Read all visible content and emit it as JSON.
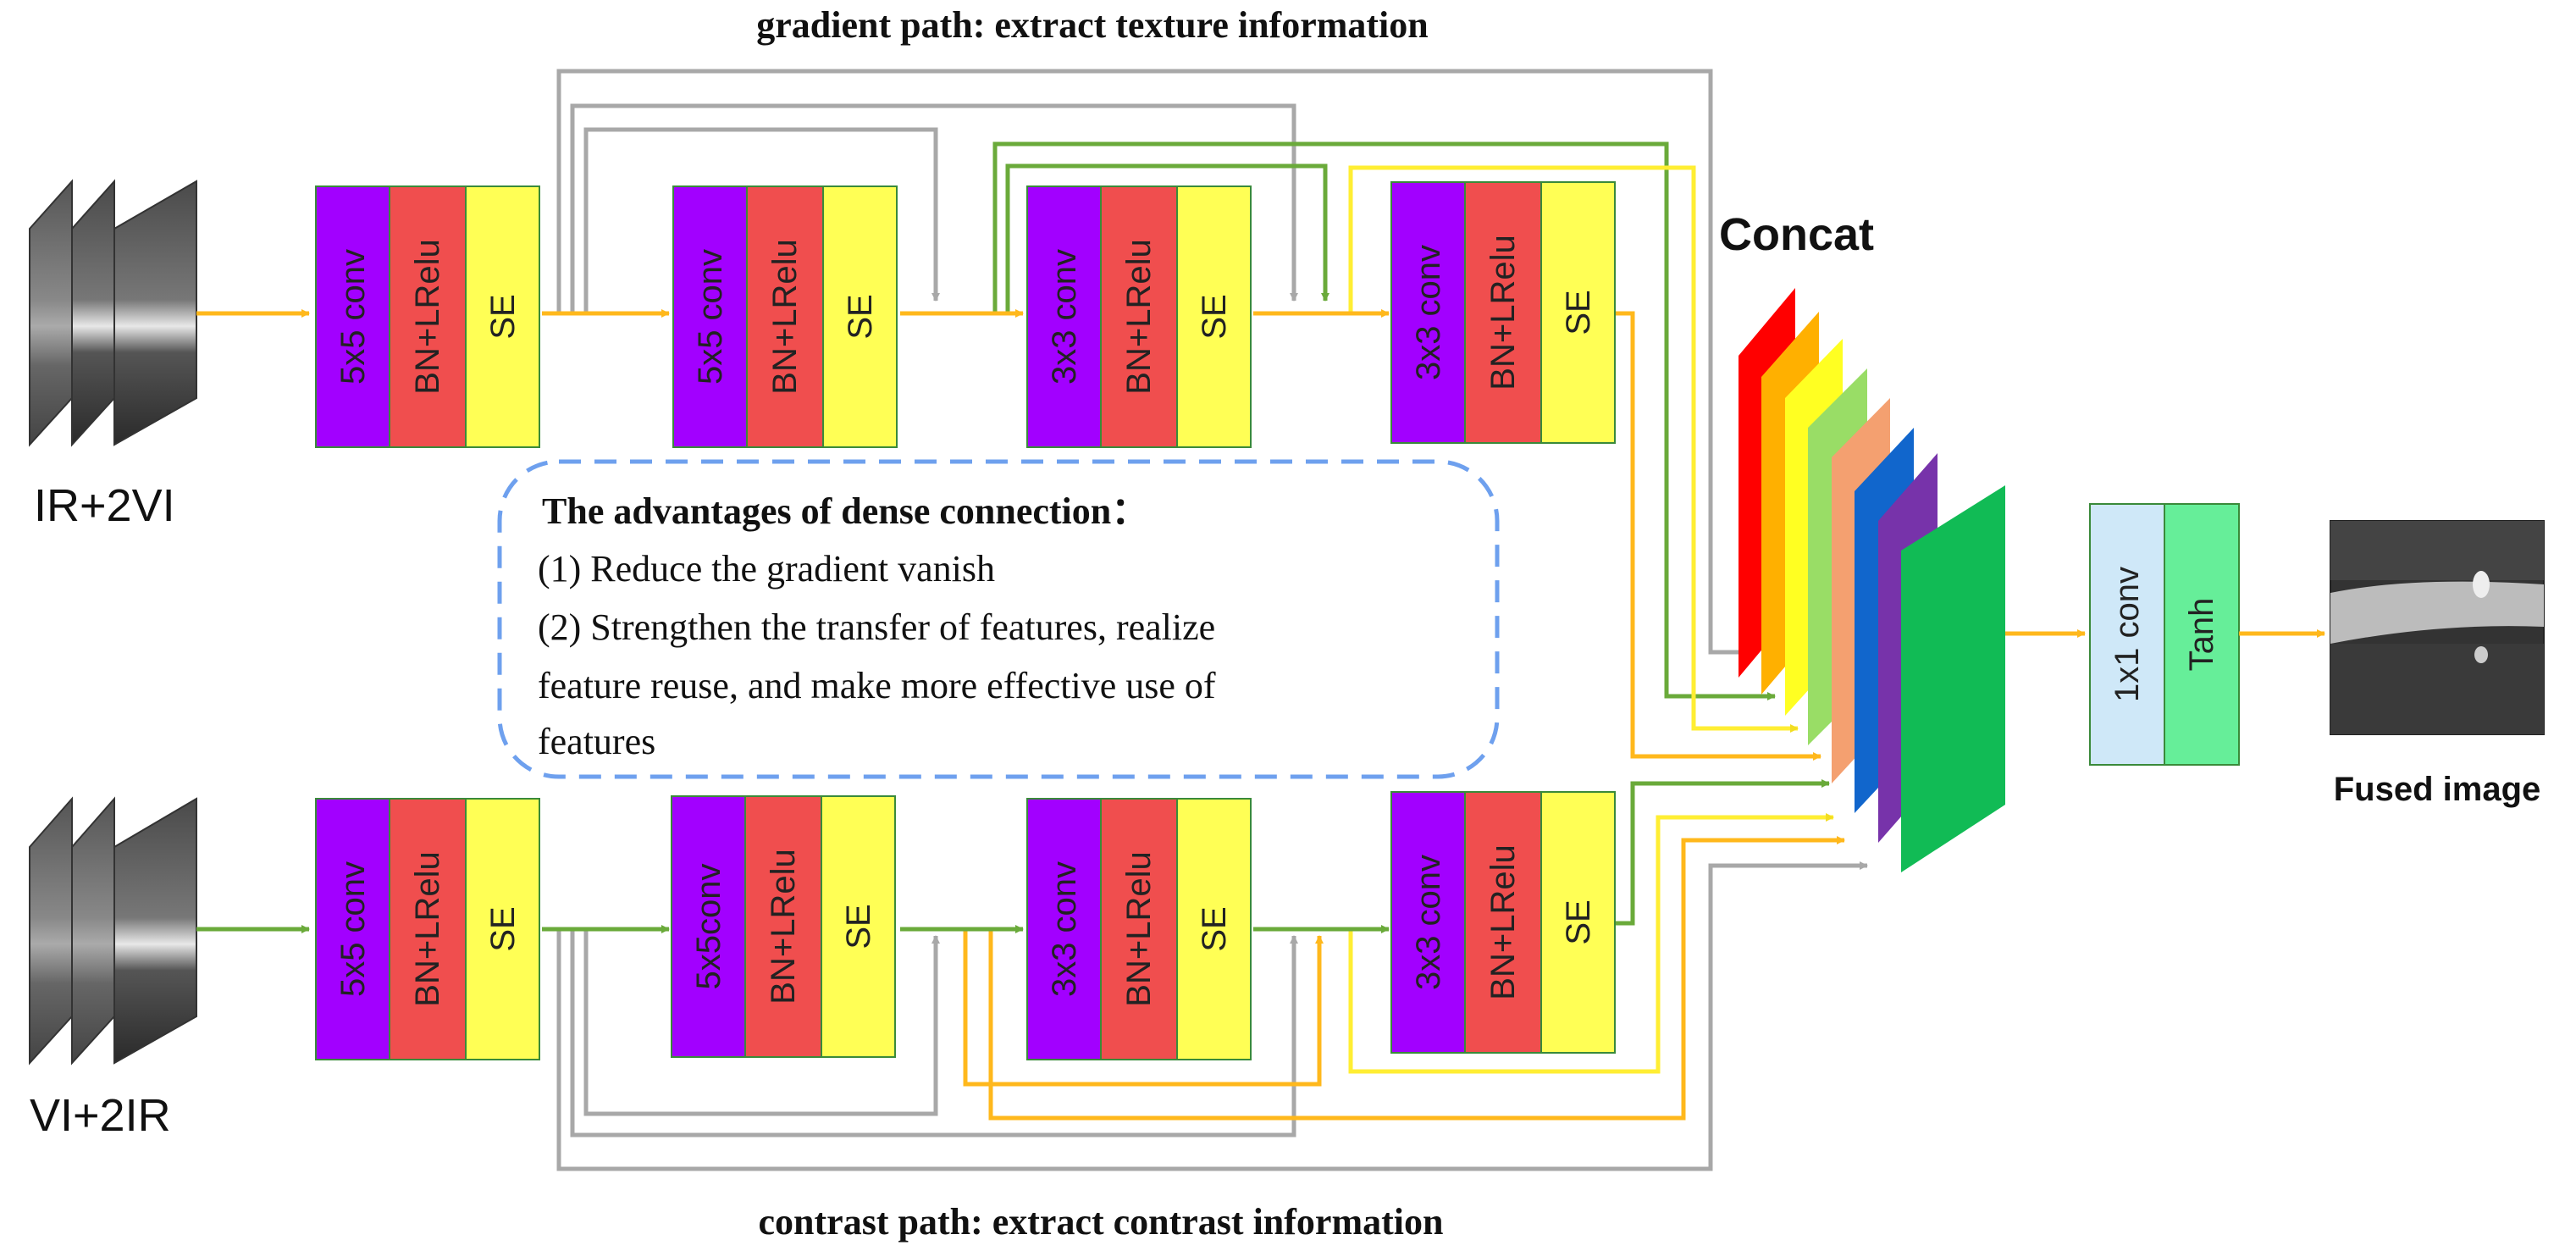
{
  "titles": {
    "gradient_path": "gradient path: extract texture information",
    "contrast_path": "contrast path: extract contrast information"
  },
  "inputs": {
    "top": "IR+2VI",
    "bottom": "VI+2IR"
  },
  "concat_label": "Concat",
  "output_label": "Fused image",
  "gradient_blocks": [
    {
      "conv": "5x5 conv",
      "bn": "BN+LRelu",
      "se": "SE"
    },
    {
      "conv": "5x5 conv",
      "bn": "BN+LRelu",
      "se": "SE"
    },
    {
      "conv": "3x3 conv",
      "bn": "BN+LRelu",
      "se": "SE"
    },
    {
      "conv": "3x3 conv",
      "bn": "BN+LRelu",
      "se": "SE"
    }
  ],
  "contrast_blocks": [
    {
      "conv": "5x5 conv",
      "bn": "BN+LRelu",
      "se": "SE"
    },
    {
      "conv": "5x5conv",
      "bn": "BN+LRelu",
      "se": "SE"
    },
    {
      "conv": "3x3 conv",
      "bn": "BN+LRelu",
      "se": "SE"
    },
    {
      "conv": "3x3 conv",
      "bn": "BN+LRelu",
      "se": "SE"
    }
  ],
  "final_block": {
    "conv": "1x1 conv",
    "act": "Tanh"
  },
  "advantages": {
    "heading": "The advantages of dense connection：",
    "line1": "(1) Reduce the gradient  vanish",
    "line2": "(2) Strengthen the transfer of features, realize",
    "line3": "feature reuse, and make more effective use of",
    "line4": "features"
  },
  "colors": {
    "conv": "#a200ff",
    "bn": "#f04e4e",
    "se": "#ffff55",
    "gray_arrow": "#b0b0b0",
    "orange_arrow": "#ffb81c",
    "green_arrow": "#6aaa3a",
    "yellow_arrow": "#ffee33",
    "dashed_border": "#6ea0ee",
    "final_conv": "#cfe8f8",
    "final_tanh": "#66ee99"
  },
  "concat_slab_colors": [
    "#ff0000",
    "#ffb000",
    "#ffff22",
    "#99dd66",
    "#f4a070",
    "#1166cc",
    "#7733aa",
    "#11bb55"
  ]
}
